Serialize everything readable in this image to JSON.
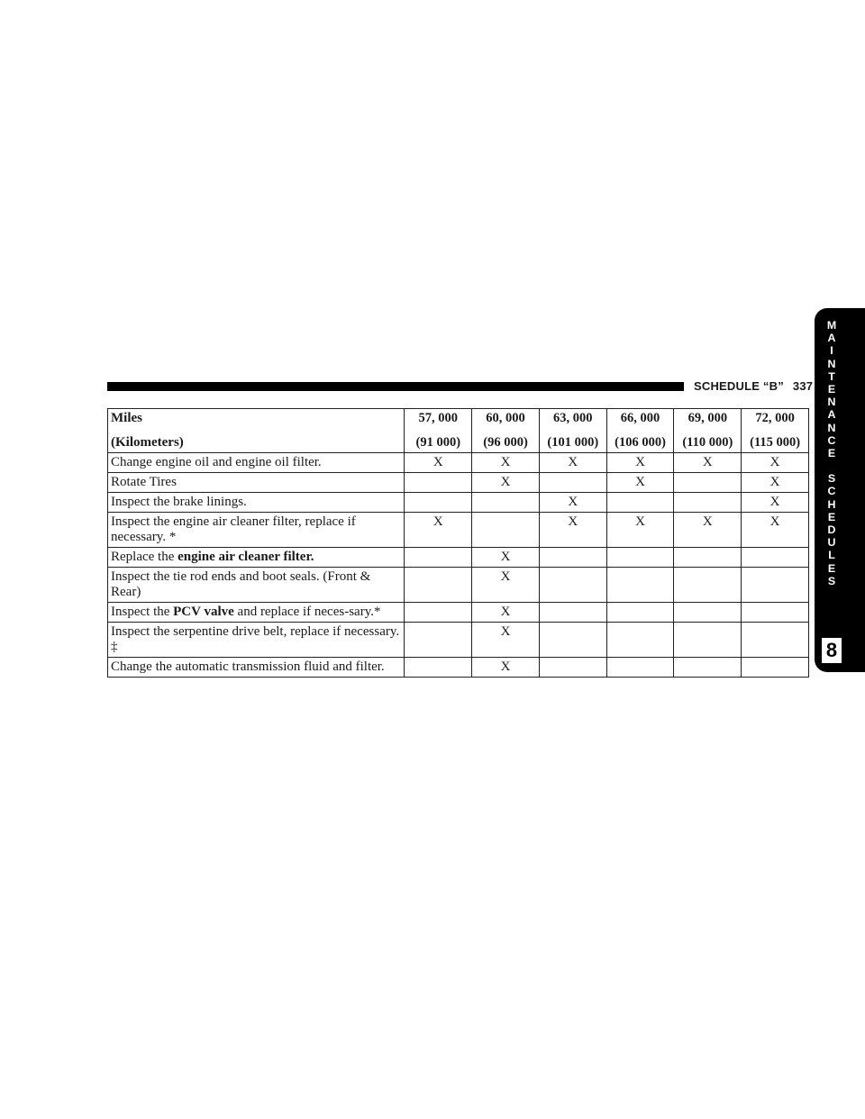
{
  "header": {
    "title": "SCHEDULE “B”",
    "page_number": "337"
  },
  "side_tab": {
    "letters_line1": [
      "M",
      "A",
      "I",
      "N",
      "T",
      "E",
      "N",
      "A",
      "N",
      "C",
      "E"
    ],
    "letters_line2": [
      "S",
      "C",
      "H",
      "E",
      "D",
      "U",
      "L",
      "E",
      "S"
    ],
    "chapter": "8"
  },
  "table": {
    "header": {
      "label_line1": "Miles",
      "label_line2": "(Kilometers)",
      "intervals": [
        {
          "miles": "57, 000",
          "km": "(91 000)"
        },
        {
          "miles": "60, 000",
          "km": "(96 000)"
        },
        {
          "miles": "63, 000",
          "km": "(101 000)"
        },
        {
          "miles": "66, 000",
          "km": "(106 000)"
        },
        {
          "miles": "69, 000",
          "km": "(110 000)"
        },
        {
          "miles": "72, 000",
          "km": "(115 000)"
        }
      ]
    },
    "rows": [
      {
        "pre": "Change engine oil and engine oil filter.",
        "bold": "",
        "post": "",
        "marks": [
          "X",
          "X",
          "X",
          "X",
          "X",
          "X"
        ]
      },
      {
        "pre": "Rotate Tires",
        "bold": "",
        "post": "",
        "marks": [
          "",
          "X",
          "",
          "X",
          "",
          "X"
        ]
      },
      {
        "pre": "Inspect the brake linings.",
        "bold": "",
        "post": "",
        "marks": [
          "",
          "",
          "X",
          "",
          "",
          "X"
        ]
      },
      {
        "pre": "Inspect the engine air cleaner filter, replace if necessary. *",
        "bold": "",
        "post": "",
        "marks": [
          "X",
          "",
          "X",
          "X",
          "X",
          "X"
        ]
      },
      {
        "pre": "Replace the ",
        "bold": "engine air cleaner filter.",
        "post": "",
        "marks": [
          "",
          "X",
          "",
          "",
          "",
          ""
        ]
      },
      {
        "pre": "Inspect the tie rod ends and boot seals. (Front & Rear)",
        "bold": "",
        "post": "",
        "marks": [
          "",
          "X",
          "",
          "",
          "",
          ""
        ]
      },
      {
        "pre": "Inspect the ",
        "bold": "PCV valve",
        "post": " and replace if neces-sary.*",
        "marks": [
          "",
          "X",
          "",
          "",
          "",
          ""
        ]
      },
      {
        "pre": "Inspect the serpentine drive belt, replace if necessary. ‡",
        "bold": "",
        "post": "",
        "marks": [
          "",
          "X",
          "",
          "",
          "",
          ""
        ]
      },
      {
        "pre": "Change the automatic transmission fluid and filter.",
        "bold": "",
        "post": "",
        "marks": [
          "",
          "X",
          "",
          "",
          "",
          ""
        ]
      }
    ]
  }
}
